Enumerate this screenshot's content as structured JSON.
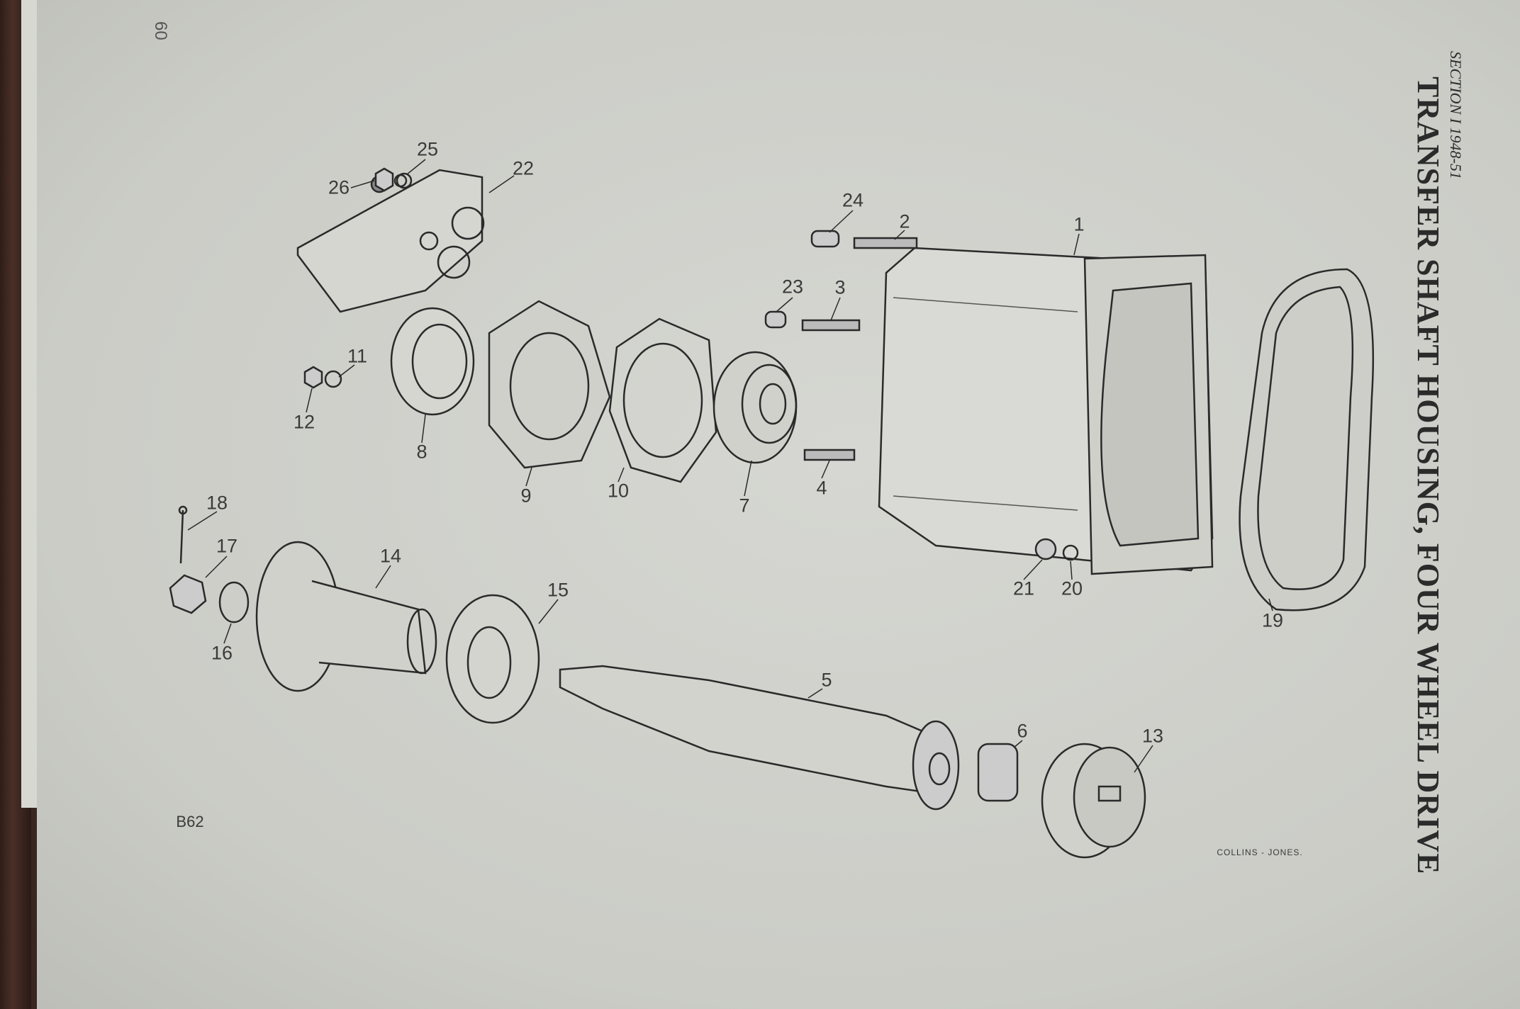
{
  "header": {
    "section": "SECTION I  1948-51",
    "title": "TRANSFER SHAFT HOUSING, FOUR WHEEL DRIVE",
    "page_number": "60"
  },
  "figure": {
    "reference": "B62",
    "credit": "COLLINS - JONES.",
    "part_labels": [
      "1",
      "2",
      "3",
      "4",
      "5",
      "6",
      "7",
      "8",
      "9",
      "10",
      "11",
      "12",
      "13",
      "14",
      "15",
      "16",
      "17",
      "18",
      "19",
      "20",
      "21",
      "22",
      "23",
      "24",
      "25",
      "26"
    ]
  }
}
